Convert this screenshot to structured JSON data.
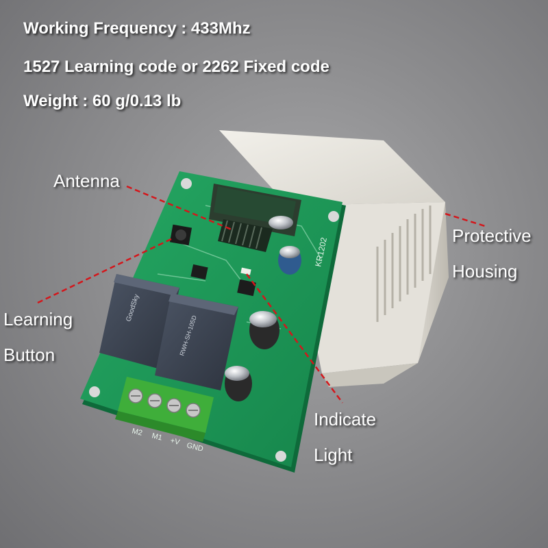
{
  "specs": [
    "Working Frequency : 433Mhz",
    "1527 Learning code or 2262 Fixed code",
    "Weight : 60 g/0.13 lb"
  ],
  "callouts": {
    "antenna": "Antenna",
    "learning_line1": "Learning",
    "learning_line2": "Button",
    "protective_line1": "Protective",
    "protective_line2": "Housing",
    "indicate_line1": "Indicate",
    "indicate_line2": "Light"
  },
  "board": {
    "model": "KR1202",
    "terminals": [
      "M2",
      "M1",
      "+V",
      "GND"
    ],
    "relay_brand": "GoodSky",
    "relay_model": "RWH-SH-105D"
  },
  "colors": {
    "pcb": "#1f9a5a",
    "housing": "#e9e7e1",
    "terminal": "#3fae3a",
    "leader": "#d4161b"
  }
}
